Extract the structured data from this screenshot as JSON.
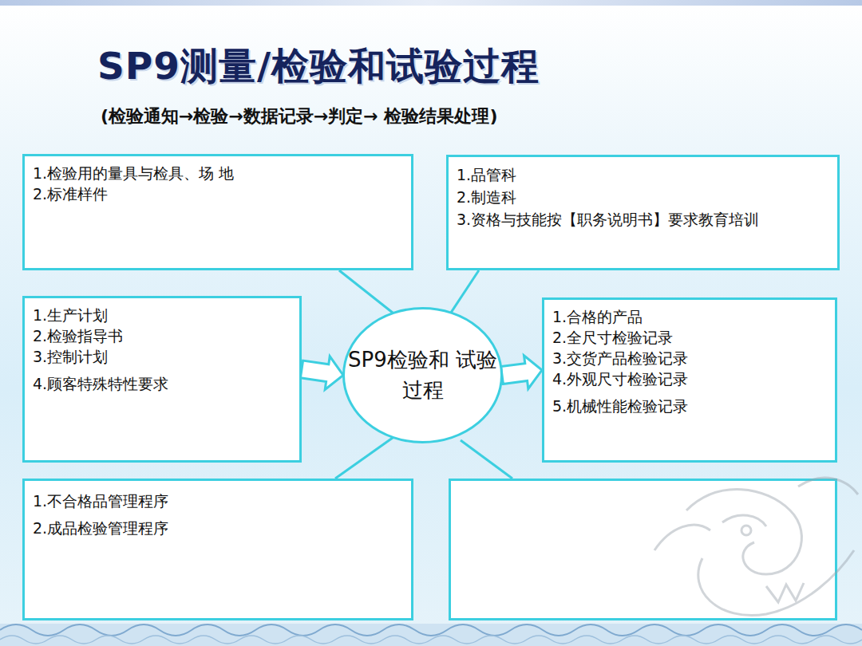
{
  "diagram": {
    "title": "SP9测量/检验和试验过程",
    "caption": "(检验通知→检验→数据记录→判定→ 检验结果处理)",
    "nodes": [
      {
        "text": [
          "1.检验用的量具与检具、场 地",
          "2.标准样件"
        ]
      },
      {
        "text": [
          "1.品管科",
          "2.制造科",
          "3.资格与技能按【职务说明书】要求教育培训"
        ]
      },
      {
        "text": [
          "1.生产计划",
          "2.检验指导书",
          "3.控制计划",
          "4.顾客特殊特性要求"
        ]
      },
      {
        "text": [
          "SP9检验和 试验过程"
        ]
      },
      {
        "text": [
          "1.合格的产品",
          "2.全尺寸检验记录",
          "3.交货产品检验记录",
          "4.外观尺寸检验记录",
          "5.机械性能检验记录"
        ]
      },
      {
        "text": [
          "1.不合格品管理程序",
          "2.成品检验管理程序"
        ]
      }
    ],
    "edges": [
      {
        "from": 0,
        "to": 3,
        "arrow": "none"
      },
      {
        "from": 1,
        "to": 3,
        "arrow": "none"
      },
      {
        "from": 2,
        "to": 3,
        "arrow": "to"
      },
      {
        "from": 3,
        "to": 4,
        "arrow": "to"
      },
      {
        "from": 5,
        "to": 3,
        "arrow": "none"
      }
    ]
  }
}
